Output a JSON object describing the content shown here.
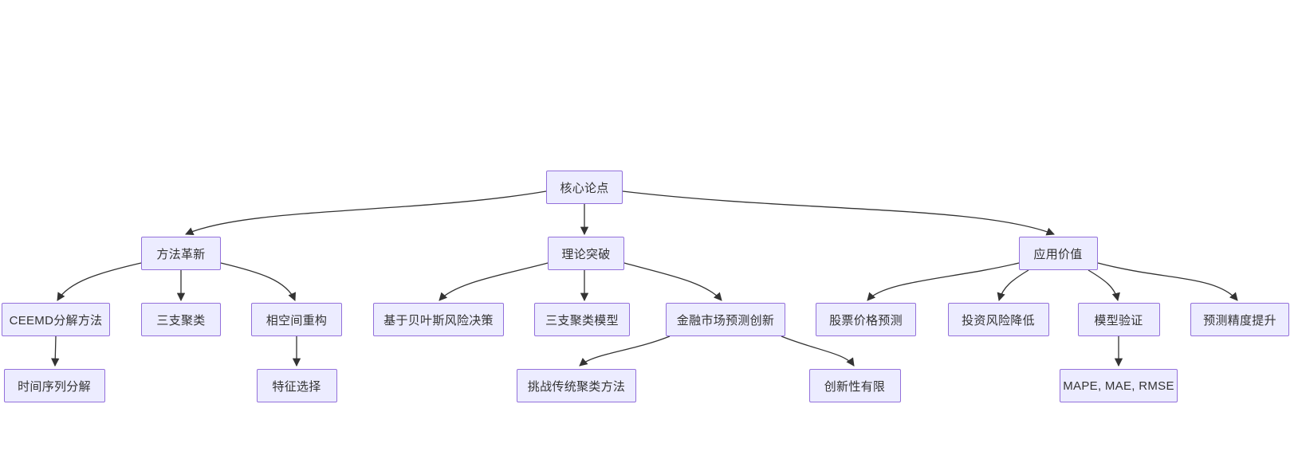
{
  "diagram": {
    "type": "flowchart",
    "direction": "top-down",
    "nodes": [
      {
        "id": "core",
        "label": "核心论点"
      },
      {
        "id": "method",
        "label": "方法革新"
      },
      {
        "id": "theory",
        "label": "理论突破"
      },
      {
        "id": "application",
        "label": "应用价值"
      },
      {
        "id": "ceemd",
        "label": "CEEMD分解方法"
      },
      {
        "id": "threeway",
        "label": "三支聚类"
      },
      {
        "id": "phase",
        "label": "相空间重构"
      },
      {
        "id": "bayes",
        "label": "基于贝叶斯风险决策"
      },
      {
        "id": "twmodel",
        "label": "三支聚类模型"
      },
      {
        "id": "finance",
        "label": "金融市场预测创新"
      },
      {
        "id": "stock",
        "label": "股票价格预测"
      },
      {
        "id": "risk",
        "label": "投资风险降低"
      },
      {
        "id": "validate",
        "label": "模型验证"
      },
      {
        "id": "accuracy",
        "label": "预测精度提升"
      },
      {
        "id": "tsdecomp",
        "label": "时间序列分解"
      },
      {
        "id": "feature",
        "label": "特征选择"
      },
      {
        "id": "challenge",
        "label": "挑战传统聚类方法"
      },
      {
        "id": "limited",
        "label": "创新性有限"
      },
      {
        "id": "mape",
        "label": "MAPE, MAE, RMSE"
      }
    ],
    "edges": [
      {
        "from": "core",
        "to": "method"
      },
      {
        "from": "core",
        "to": "theory"
      },
      {
        "from": "core",
        "to": "application"
      },
      {
        "from": "method",
        "to": "ceemd"
      },
      {
        "from": "method",
        "to": "threeway"
      },
      {
        "from": "method",
        "to": "phase"
      },
      {
        "from": "theory",
        "to": "bayes"
      },
      {
        "from": "theory",
        "to": "twmodel"
      },
      {
        "from": "theory",
        "to": "finance"
      },
      {
        "from": "application",
        "to": "stock"
      },
      {
        "from": "application",
        "to": "risk"
      },
      {
        "from": "application",
        "to": "validate"
      },
      {
        "from": "application",
        "to": "accuracy"
      },
      {
        "from": "ceemd",
        "to": "tsdecomp"
      },
      {
        "from": "phase",
        "to": "feature"
      },
      {
        "from": "finance",
        "to": "challenge"
      },
      {
        "from": "finance",
        "to": "limited"
      },
      {
        "from": "validate",
        "to": "mape"
      }
    ],
    "colors": {
      "node_fill": "#ECECFF",
      "node_border": "#9370DB",
      "edge": "#333333",
      "text": "#333333",
      "background": "#FFFFFF"
    }
  }
}
